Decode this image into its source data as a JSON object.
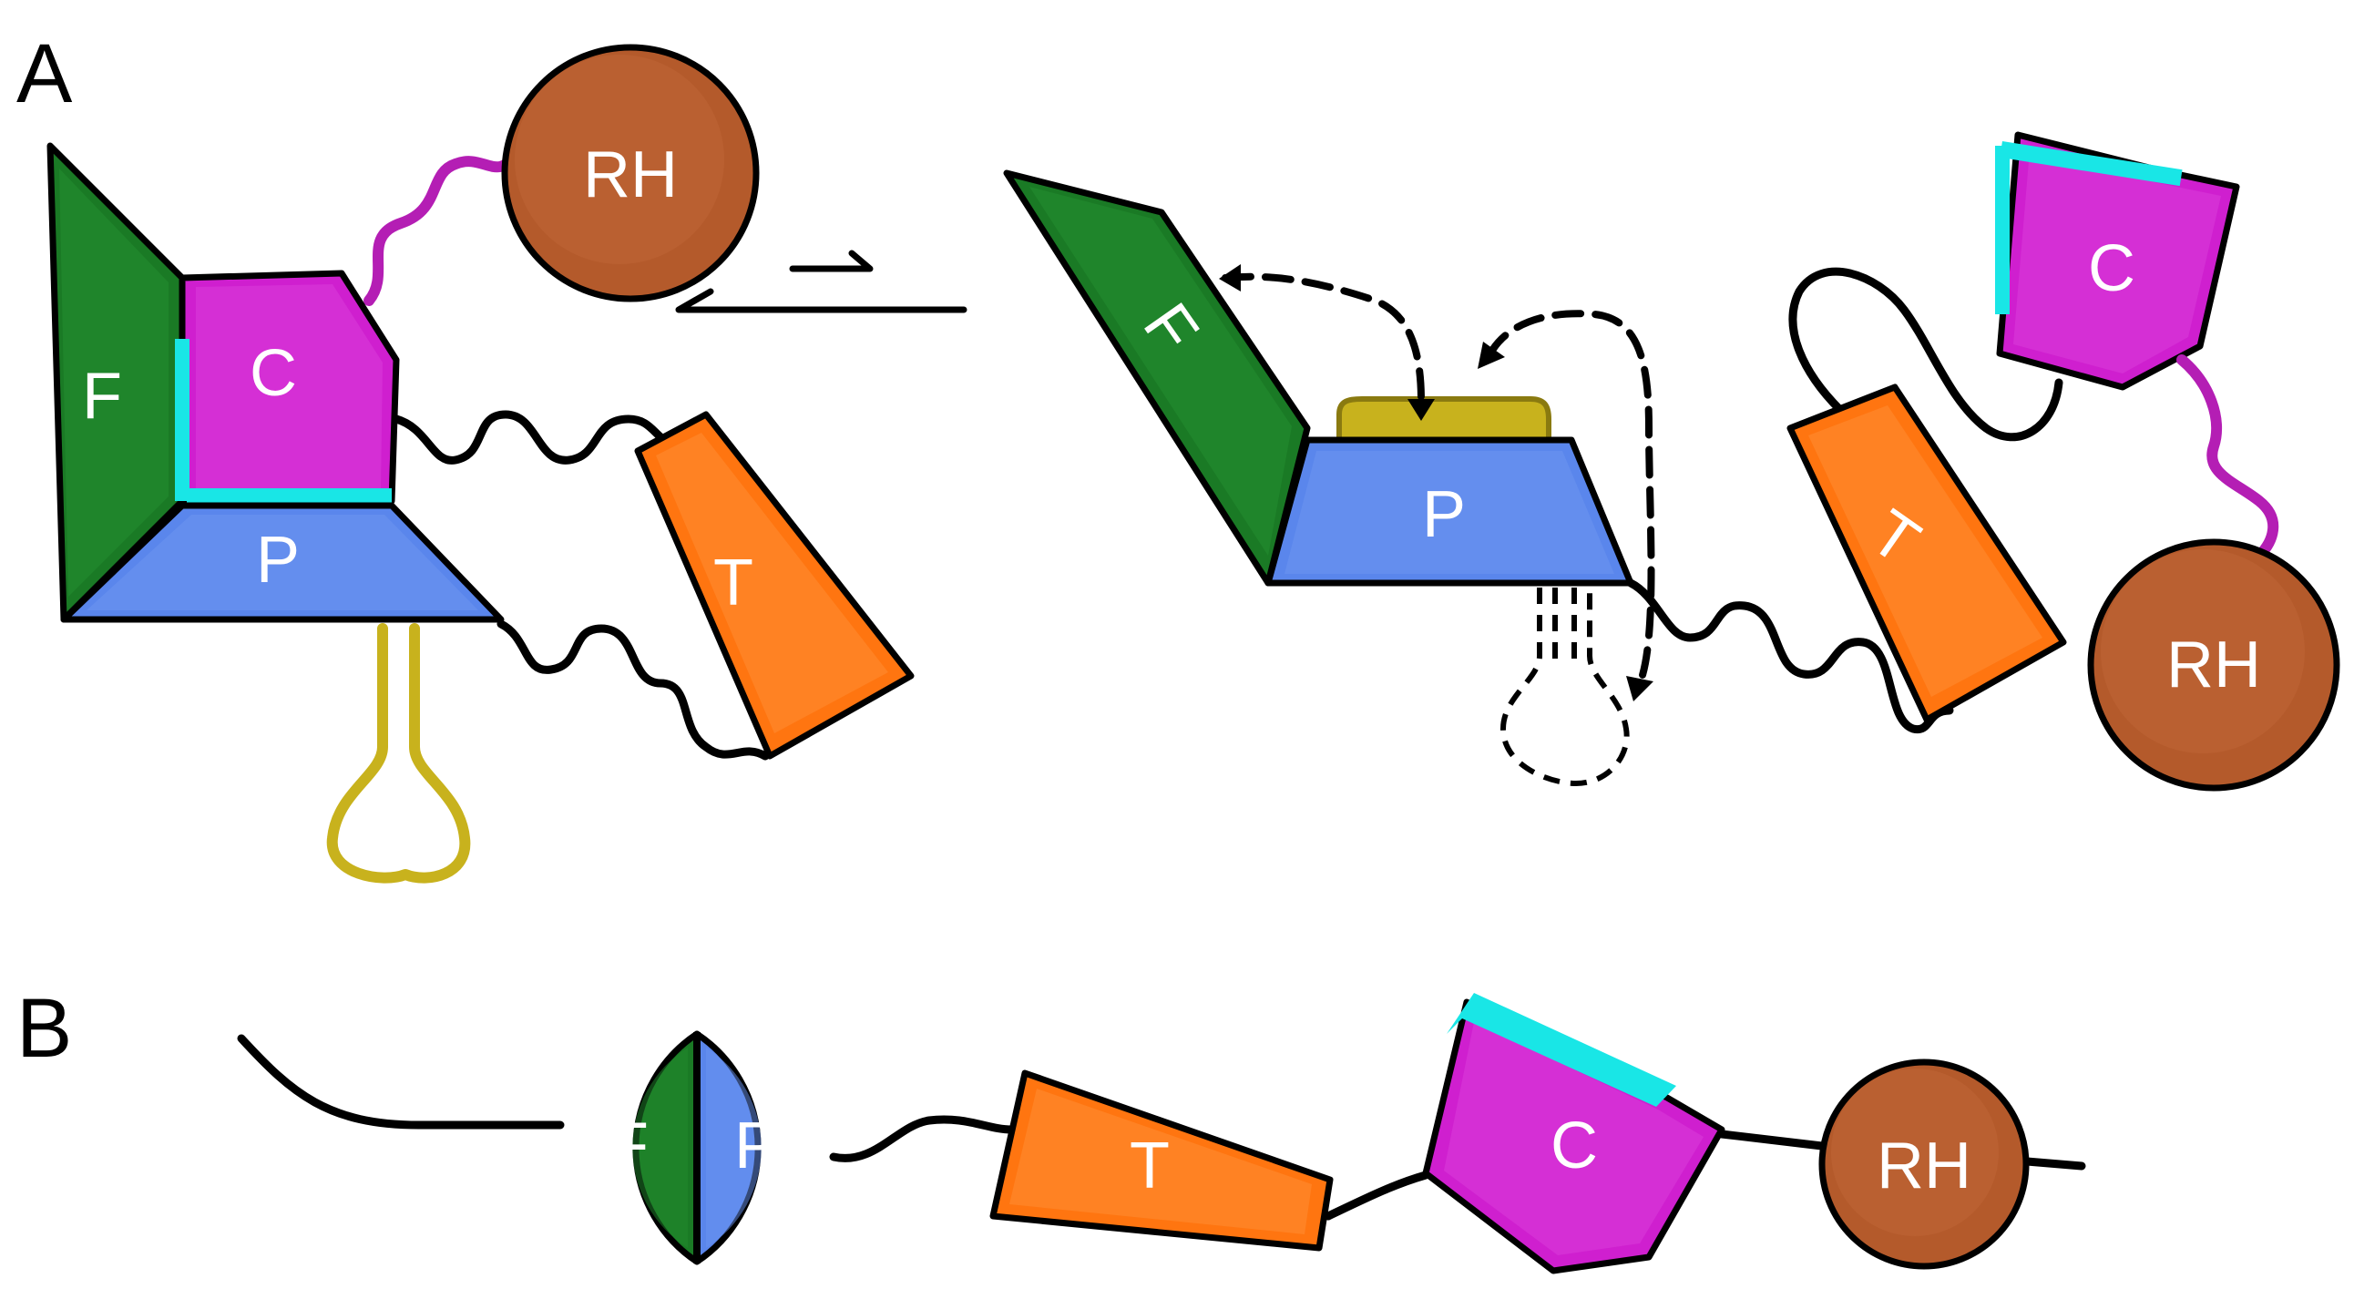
{
  "panels": {
    "a": "A",
    "b": "B"
  },
  "labels": {
    "f": "F",
    "c": "C",
    "p": "P",
    "t": "T",
    "rh": "RH"
  },
  "colors": {
    "f": "#1a7a25",
    "c": "#cf1fcf",
    "p": "#5a86ec",
    "t": "#ff7510",
    "rh": "#b45a2b",
    "cyan": "#19e6e6",
    "loop": "#c8b21d",
    "linker": "#b41eb4"
  }
}
